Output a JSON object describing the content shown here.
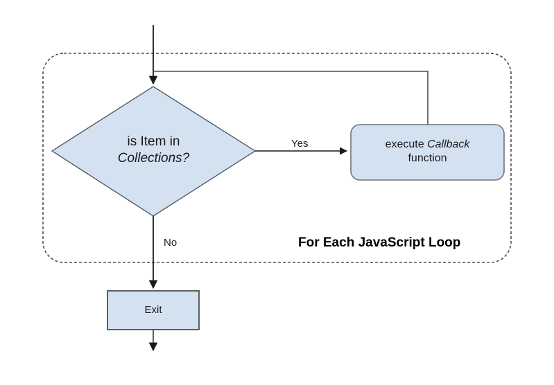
{
  "diagram": {
    "title": "For Each JavaScript Loop",
    "background_color": "#ffffff",
    "node_fill_color": "#d4e1f0",
    "node_stroke_color": "#5f6a72",
    "edge_color": "#1a1a1a",
    "container_stroke_color": "#4d4d4d",
    "nodes": {
      "decision": {
        "shape": "diamond",
        "text_line1": "is Item in",
        "text_line2": "Collections?"
      },
      "callback": {
        "shape": "rounded-rectangle",
        "text_line1_plain": "execute ",
        "text_line1_emphasis": "Callback",
        "text_line2": "function"
      },
      "exit": {
        "shape": "rectangle",
        "text": "Exit"
      }
    },
    "edges": {
      "yes_label": "Yes",
      "no_label": "No"
    },
    "container": {
      "label": "For Each JavaScript Loop",
      "border_style": "dashed"
    }
  }
}
